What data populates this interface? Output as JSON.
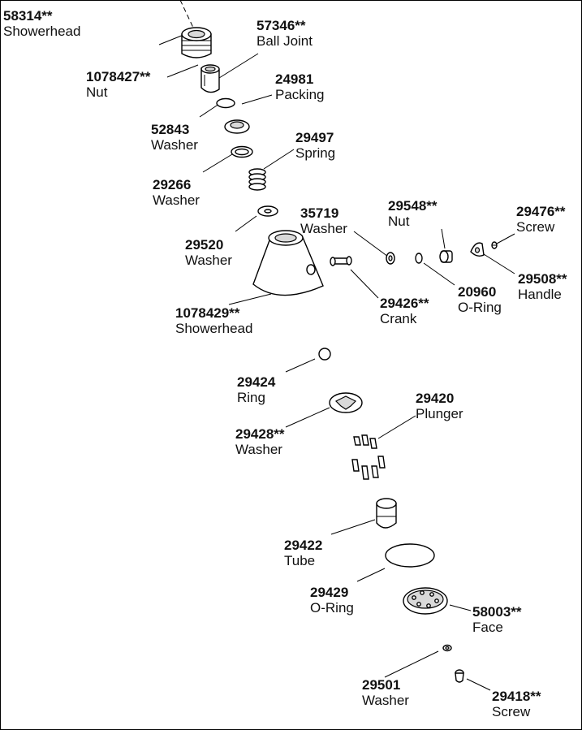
{
  "parts": [
    {
      "id": "58314",
      "num": "58314**",
      "name": "Showerhead"
    },
    {
      "id": "57346",
      "num": "57346**",
      "name": "Ball Joint"
    },
    {
      "id": "1078427",
      "num": "1078427**",
      "name": "Nut"
    },
    {
      "id": "24981",
      "num": "24981",
      "name": "Packing"
    },
    {
      "id": "52843",
      "num": "52843",
      "name": "Washer"
    },
    {
      "id": "29497",
      "num": "29497",
      "name": "Spring"
    },
    {
      "id": "29266",
      "num": "29266",
      "name": "Washer"
    },
    {
      "id": "35719",
      "num": "35719",
      "name": "Washer"
    },
    {
      "id": "29548",
      "num": "29548**",
      "name": "Nut"
    },
    {
      "id": "29476",
      "num": "29476**",
      "name": "Screw"
    },
    {
      "id": "29520",
      "num": "29520",
      "name": "Washer"
    },
    {
      "id": "29508",
      "num": "29508**",
      "name": "Handle"
    },
    {
      "id": "20960",
      "num": "20960",
      "name": "O-Ring"
    },
    {
      "id": "1078429",
      "num": "1078429**",
      "name": "Showerhead"
    },
    {
      "id": "29426",
      "num": "29426**",
      "name": "Crank"
    },
    {
      "id": "29424",
      "num": "29424",
      "name": "Ring"
    },
    {
      "id": "29420",
      "num": "29420",
      "name": "Plunger"
    },
    {
      "id": "29428",
      "num": "29428**",
      "name": "Washer"
    },
    {
      "id": "29422",
      "num": "29422",
      "name": "Tube"
    },
    {
      "id": "29429",
      "num": "29429",
      "name": "O-Ring"
    },
    {
      "id": "58003",
      "num": "58003**",
      "name": "Face"
    },
    {
      "id": "29501",
      "num": "29501",
      "name": "Washer"
    },
    {
      "id": "29418",
      "num": "29418**",
      "name": "Screw"
    }
  ]
}
